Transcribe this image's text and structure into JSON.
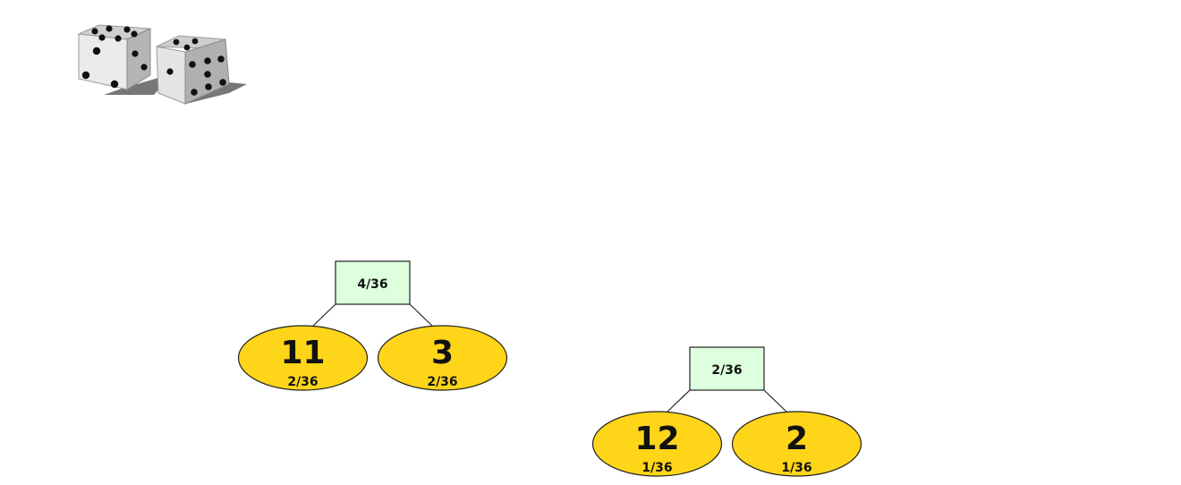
{
  "image": {
    "icon": "dice-pair-icon"
  },
  "trees": [
    {
      "parent_prob": "4/36",
      "children": [
        {
          "total": "11",
          "prob": "2/36"
        },
        {
          "total": "3",
          "prob": "2/36"
        }
      ]
    },
    {
      "parent_prob": "2/36",
      "children": [
        {
          "total": "12",
          "prob": "1/36"
        },
        {
          "total": "2",
          "prob": "1/36"
        }
      ]
    }
  ],
  "colors": {
    "box_fill": "#DDFFDD",
    "oval_fill": "#FFD51A",
    "stroke": "#222222"
  }
}
